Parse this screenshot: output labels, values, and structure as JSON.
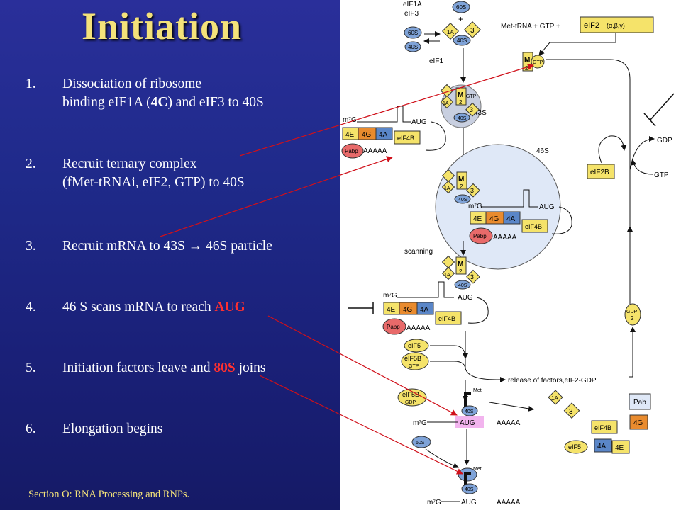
{
  "title": "Initiation",
  "steps": [
    {
      "num": "1.",
      "line1": "Dissociation of ribosome",
      "l2a": "binding eIF1A (",
      "l2b": "4C",
      "l2c": ") and eIF3 to 40S"
    },
    {
      "num": "2.",
      "line1": "Recruit ternary complex",
      "line2": "(fMet-tRNAi, eIF2, GTP) to 40S"
    },
    {
      "num": "3.",
      "line1": "Recruit mRNA to 43S → 46S particle"
    },
    {
      "num": "4.",
      "pre": "46 S scans mRNA to reach ",
      "hl": "AUG"
    },
    {
      "num": "5.",
      "pre": "Initiation factors leave and ",
      "hl": "80S",
      "post": " joins"
    },
    {
      "num": "6.",
      "line1": "Elongation begins"
    }
  ],
  "footer": "Section O: RNA Processing and RNPs.",
  "colors": {
    "title": "#f4e27a",
    "highlight": "#ff3030",
    "eif_yellow": "#f5e36a",
    "eif_orange": "#e98b2e",
    "eif_blue": "#5a86c8",
    "ribo_blue": "#7fa3d8",
    "pabp_red": "#e86a6a",
    "zone": "#dfe8f7",
    "arrow_red": "#d0101a"
  },
  "diagram": {
    "eif1a": "eIF1A",
    "eif3": "eIF3",
    "plus": "+",
    "s60": "60S",
    "s40": "40S",
    "f1a": "1A",
    "f3": "3",
    "f1": "eIF1",
    "f2": "2",
    "m": "M",
    "gtp": "GTP",
    "gdp": "GDP",
    "met_trna": "Met-tRNA + GTP +",
    "eif2": "eIF2",
    "eif2_sub": "(α,β,γ)",
    "s43": "43S",
    "s46": "46S",
    "m7g": "m⁷G",
    "aug": "AUG",
    "e4e": "4E",
    "e4g": "4G",
    "e4a": "4A",
    "eif4b": "eIF4B",
    "pabp": "Pabp",
    "polya": "AAAAA",
    "scanning": "scanning",
    "eif2b": "eIF2B",
    "eif5": "eIF5",
    "eif5b": "eIF5B",
    "release": "release of factors,eIF2-GDP",
    "met": "Met",
    "pab": "Pab"
  }
}
